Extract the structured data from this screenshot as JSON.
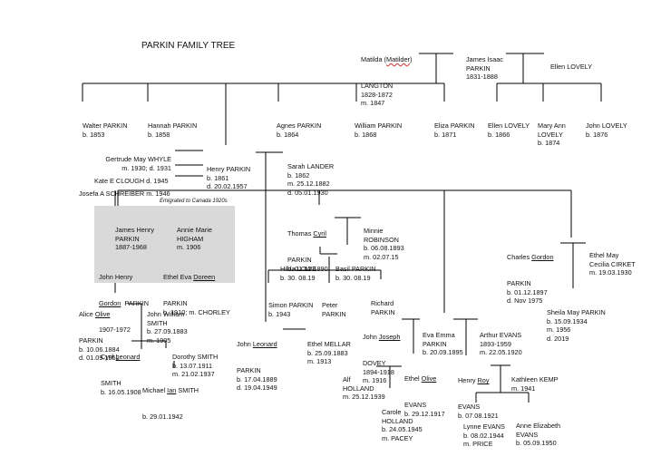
{
  "title": "PARKIN FAMILY TREE",
  "note": "Emigrated to Canada 1920s",
  "people": {
    "matilda": {
      "pre": "Matilda (",
      "u": "Matilder",
      "post": ")",
      "l2": "LANGTON",
      "l3": "1828-1872",
      "l4": "m. 1847"
    },
    "james_isaac": {
      "l1": "James Isaac",
      "l2": "PARKIN",
      "l3": "1831-1888"
    },
    "ellen_lovely_sr": {
      "l1": "Ellen LOVELY"
    },
    "walter": {
      "l1": "Walter PARKIN",
      "l2": "b. 1853"
    },
    "hannah": {
      "l1": "Hannah PARKIN",
      "l2": "b. 1858"
    },
    "agnes": {
      "l1": "Agnes PARKIN",
      "l2": "b. 1864"
    },
    "william": {
      "l1": "William PARKIN",
      "l2": "b. 1868"
    },
    "eliza": {
      "l1": "Eliza PARKIN",
      "l2": "b. 1871"
    },
    "ellen_lovely_jr": {
      "l1": "Ellen LOVELY",
      "l2": "b. 1866"
    },
    "mary_ann": {
      "l1": "Mary Ann",
      "l2": "LOVELY",
      "l3": "b. 1874"
    },
    "john_lovely": {
      "l1": "John LOVELY",
      "l2": "b. 1876"
    },
    "gertrude": {
      "l1": "Gertrude May WHYLE",
      "l2": "m. 1930; d. 1931"
    },
    "kate": {
      "l1": "Kate E CLOUGH d. 1945"
    },
    "josefa": {
      "l1": "Josefa A SCHREIBER m. 1946"
    },
    "henry": {
      "l1": "Henry PARKIN",
      "l2": "b. 1861",
      "l3": "d. 20.02.1957"
    },
    "sarah": {
      "l1": "Sarah LANDER",
      "l2": "b. 1862",
      "l3": "m. 25.12.1882",
      "l4": "d. 05.01.1930"
    },
    "james_henry": {
      "l1": "James Henry",
      "l2": "PARKIN",
      "l3": "1887-1968"
    },
    "annie_marie": {
      "l1": "Annie Marie",
      "l2": "HIGHAM",
      "l3": "m. 1906"
    },
    "john_henry_gordon": {
      "l1": "John Henry",
      "u": "Gordon",
      "post": "  PARKIN",
      "l3": "1907-1972"
    },
    "ethel_eva": {
      "pre": "Ethel Eva ",
      "u": "Doreen",
      "l2": "PARKIN",
      "l3": "b. 1910; m. CHORLEY"
    },
    "thomas_cyril": {
      "pre": "Thomas ",
      "u": "Cyril",
      "l2": "PARKIN",
      "l3": "b. 01.12.1890"
    },
    "minnie": {
      "l1": "Minnie",
      "l2": "ROBINSON",
      "l3": "b. 06.08.1893",
      "l4": "m. 02.07.15"
    },
    "hilda": {
      "l1": "Hilda LOWE",
      "l2": "b. 30. 08.19"
    },
    "basil": {
      "l1": "Basil PARKIN",
      "l2": "b. 30. 08.19"
    },
    "simon": {
      "l1": "Simon PARKIN",
      "l2": "b. 1943"
    },
    "peter": {
      "l1": "Peter",
      "l2": "PARKIN"
    },
    "richard": {
      "l1": "Richard",
      "l2": "PARKIN"
    },
    "charles_gordon": {
      "pre": "Charles ",
      "u": "Gordon",
      "l2": "PARKIN",
      "l3": "b. 01.12.1897",
      "l4": "d. Nov 1975"
    },
    "ethel_may": {
      "l1": "Ethel May",
      "l2": "Cecilia CIRKET",
      "l3": "m. 19.03.1930"
    },
    "sheila": {
      "l1": "Sheila May PARKIN",
      "l2": "b. 15.09.1934",
      "l3": "m. 1956",
      "l4": "d. 2019"
    },
    "alice_olive": {
      "pre": "Alice ",
      "u": "Olive",
      "l2": "PARKIN",
      "l3": "b. 10.06.1884",
      "l4": "d. 01.09.1952"
    },
    "john_william": {
      "l1": "John William",
      "l2": "SMITH",
      "l3": "b. 27.09.1883",
      "l4": "m. 1905"
    },
    "cyril_leonard": {
      "pre": "Cyril ",
      "u": "Leonard",
      "l2": "SMITH",
      "l3": "b. 16.05.1908"
    },
    "dorothy": {
      "l1": "Dorothy SMITH",
      "l2": "b. 13.07.1911",
      "l3": "m. 21.02.1937"
    },
    "michael": {
      "pre": "Michael ",
      "u": "Ian",
      "post": " SMITH",
      "l2": "b. 29.01.1942"
    },
    "john_leonard": {
      "pre": "John ",
      "u": "Leonard",
      "l2": "PARKIN",
      "l3": "b. 17.04.1889",
      "l4": "d. 19.04.1949"
    },
    "ethel_mellar": {
      "l1": "Ethel MELLAR",
      "l2": "b. 25.09.1883",
      "l3": "m. 1913"
    },
    "john_joseph": {
      "pre": "John ",
      "u": "Joseph",
      "l2": "DOVEY",
      "l3": "1894-1918",
      "l4": "m. 1916"
    },
    "eva_emma": {
      "l1": "Eva Emma",
      "l2": "PARKIN",
      "l3": "b. 20.09.1895"
    },
    "arthur": {
      "l1": "Arthur EVANS",
      "l2": "1893-1959",
      "l3": "m. 22.05.1920"
    },
    "alf": {
      "l1": "Alf",
      "l2": "HOLLAND",
      "l3": "m. 25.12.1939"
    },
    "ethel_olive": {
      "pre": "Ethel ",
      "u": "Olive",
      "l2": "EVANS",
      "l3": "b. 29.12.1917"
    },
    "carole": {
      "l1": "Carole",
      "l2": "HOLLAND",
      "l3": "b. 24.05.1945",
      "l4": "m. PACEY"
    },
    "henry_roy": {
      "pre": "Henry ",
      "u": "Roy",
      "l2": "EVANS",
      "l3": "b. 07.08.1921"
    },
    "kathleen": {
      "l1": "Kathleen KEMP",
      "l2": "m. 1941"
    },
    "lynne": {
      "l1": "Lynne EVANS",
      "l2": "b. 08.02.1944",
      "l3": "m. PRICE"
    },
    "anne_elizabeth": {
      "l1": "Anne Elizabeth",
      "l2": "EVANS",
      "l3": "b. 05.09.1950"
    }
  }
}
